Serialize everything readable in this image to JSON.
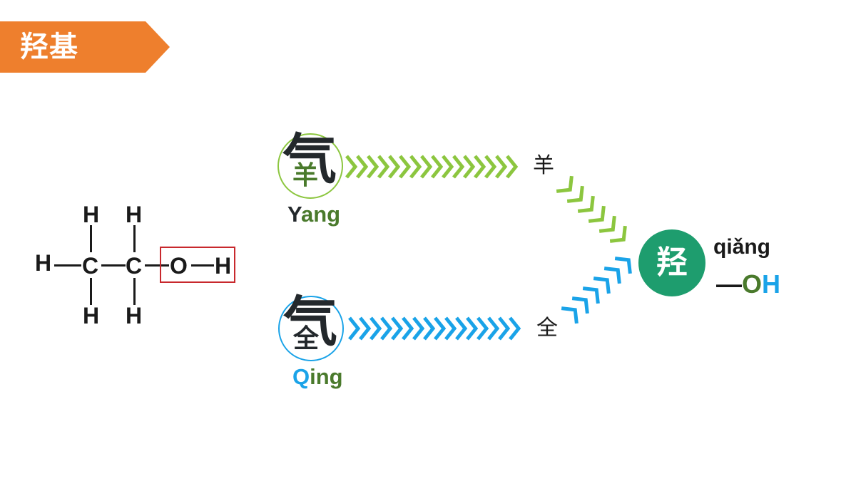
{
  "banner": {
    "title": "羟基",
    "color": "#ee7f2d"
  },
  "molecule": {
    "atoms": {
      "h_left": "H",
      "c1": "C",
      "c2": "C",
      "o": "O",
      "h_right": "H",
      "h_c1_top": "H",
      "h_c2_top": "H",
      "h_c1_bottom": "H",
      "h_c2_bottom": "H"
    },
    "highlight_color": "#c8282d"
  },
  "yang": {
    "outer_char": "气",
    "inner_char": "羊",
    "pinyin_first": "Y",
    "pinyin_rest": "ang",
    "component_label": "羊",
    "color": "#8cc63f",
    "dark_color": "#4a7a2c"
  },
  "qing": {
    "outer_char": "气",
    "inner_char": "全",
    "pinyin_first": "Q",
    "pinyin_rest": "ing",
    "component_label": "全",
    "color": "#1aa3e8",
    "dark_color": "#4a7a2c"
  },
  "result": {
    "char": "羟",
    "pinyin": "qiǎng",
    "dash": "—",
    "o": "O",
    "h": "H",
    "circle_color": "#1e9d6e",
    "o_color": "#4a7a2c",
    "h_color": "#1aa3e8"
  }
}
